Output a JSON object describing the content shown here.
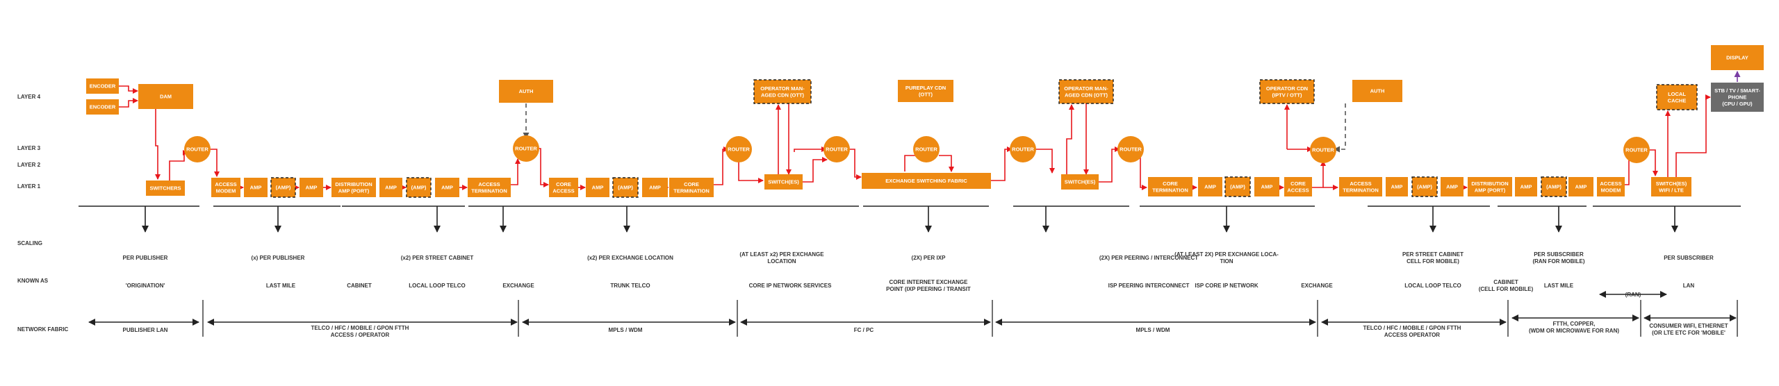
{
  "layer_labels": {
    "layer4": "LAYER 4",
    "layer3": "LAYER 3",
    "layer2": "LAYER 2",
    "layer1": "LAYER 1",
    "scaling": "SCALING",
    "known_as": "KNOWN AS",
    "network_fabric": "NETWORK FABRIC"
  },
  "colors": {
    "node": "#ee8a12",
    "node_dark": "#6b6b6b",
    "link": "#e8171c",
    "fabric_line": "#222222",
    "text_dark": "#333333",
    "auth_link": "#555555",
    "display_link": "#7a3ea3"
  },
  "nodes": {
    "encoder_1": "ENCODER",
    "encoder_2": "ENCODER",
    "dam": "DAM",
    "switchers": "SWITCHERS",
    "router_1": "ROUTER",
    "access_modem_1": "ACCESS\nMODEM",
    "amp_1": "AMP",
    "amp_2": "(AMP)",
    "amp_3": "AMP",
    "distribution_amp_1": "DISTRIBUTION\nAMP (PORT)",
    "amp_4": "AMP",
    "amp_5": "(AMP)",
    "amp_6": "AMP",
    "access_termination_1": "ACCESS\nTERMINATION",
    "auth_1": "AUTH",
    "router_2": "ROUTER",
    "core_access_1": "CORE\nACCESS",
    "amp_7": "AMP",
    "amp_8": "(AMP)",
    "amp_9": "AMP",
    "core_termination_1": "CORE\nTERMINATION",
    "router_3": "ROUTER",
    "operator_cdn_1": "OPERATOR MAN-\nAGED CDN (OTT)",
    "switches_1": "SWITCH(ES)",
    "router_4": "ROUTER",
    "pureplay_cdn": "PUREPLAY CDN\n(OTT)",
    "exchange_switching_fabric": "EXCHANGE SWITCHING FABRIC",
    "router_5": "ROUTER",
    "router_6": "ROUTER",
    "operator_cdn_2": "OPERATOR MAN-\nAGED CDN (OTT)",
    "switches_2": "SWITCH(ES)",
    "router_7": "ROUTER",
    "core_termination_2": "CORE\nTERMINATION",
    "amp_10": "AMP",
    "amp_11": "(AMP)",
    "amp_12": "AMP",
    "core_access_2": "CORE\nACCESS",
    "operator_cdn_3": "OPERATOR CDN\n(IPTV / OTT)",
    "auth_2": "AUTH",
    "router_8": "ROUTER",
    "access_termination_2": "ACCESS\nTERMINATION",
    "amp_13": "AMP",
    "amp_14": "(AMP)",
    "amp_15": "AMP",
    "distribution_amp_2": "DISTRIBUTION\nAMP (PORT)",
    "amp_16": "AMP",
    "amp_17": "(AMP)",
    "amp_18": "AMP",
    "access_modem_2": "ACCESS\nMODEM",
    "router_9": "ROUTER",
    "local_cache": "LOCAL\nCACHE",
    "switches_3": "SWITCH(ES)\nWIFI / LTE",
    "stb": "STB / TV / SMART-\nPHONE\n(CPU / GPU)",
    "display": "DISPLAY"
  },
  "scaling": [
    "PER PUBLISHER",
    "(x) PER PUBLISHER",
    "(x2) PER STREET CABINET",
    "(x2) PER EXCHANGE LOCATION",
    "(AT LEAST x2) PER EXCHANGE\nLOCATION",
    "(2X) PER IXP",
    "(2X) PER PEERING / INTERCONNECT",
    "(AT LEAST 2X) PER EXCHANGE LOCA-\nTION",
    "PER STREET CABINET\nCELL FOR MOBILE)",
    "PER SUBSCRIBER\n(RAN FOR MOBILE)",
    "PER SUBSCRIBER"
  ],
  "known_as": [
    "'ORIGINATION'",
    "LAST MILE",
    "CABINET",
    "LOCAL LOOP TELCO",
    "EXCHANGE",
    "TRUNK TELCO",
    "CORE IP NETWORK SERVICES",
    "CORE INTERNET EXCHANGE\nPOINT (IXP PEERING / TRANSIT",
    "ISP PEERING INTERCONNECT",
    "ISP CORE IP NETWORK",
    "EXCHANGE",
    "LOCAL LOOP TELCO",
    "CABINET\n(CELL FOR MOBILE)",
    "LAST MILE",
    "LAN",
    "(RAN)"
  ],
  "network_fabric": [
    "PUBLISHER LAN",
    "TELCO / HFC / MOBILE / GPON FTTH\nACCESS / OPERATOR",
    "MPLS / WDM",
    "FC / PC",
    "MPLS / WDM",
    "TELCO / HFC / MOBILE / GPON FTTH\nACCESS OPERATOR",
    "FTTH, COPPER,\n(WDM OR MICROWAVE FOR RAN)",
    "CONSUMER WIFI, ETHERNET\n(OR LTE ETC FOR 'MOBILE'"
  ]
}
